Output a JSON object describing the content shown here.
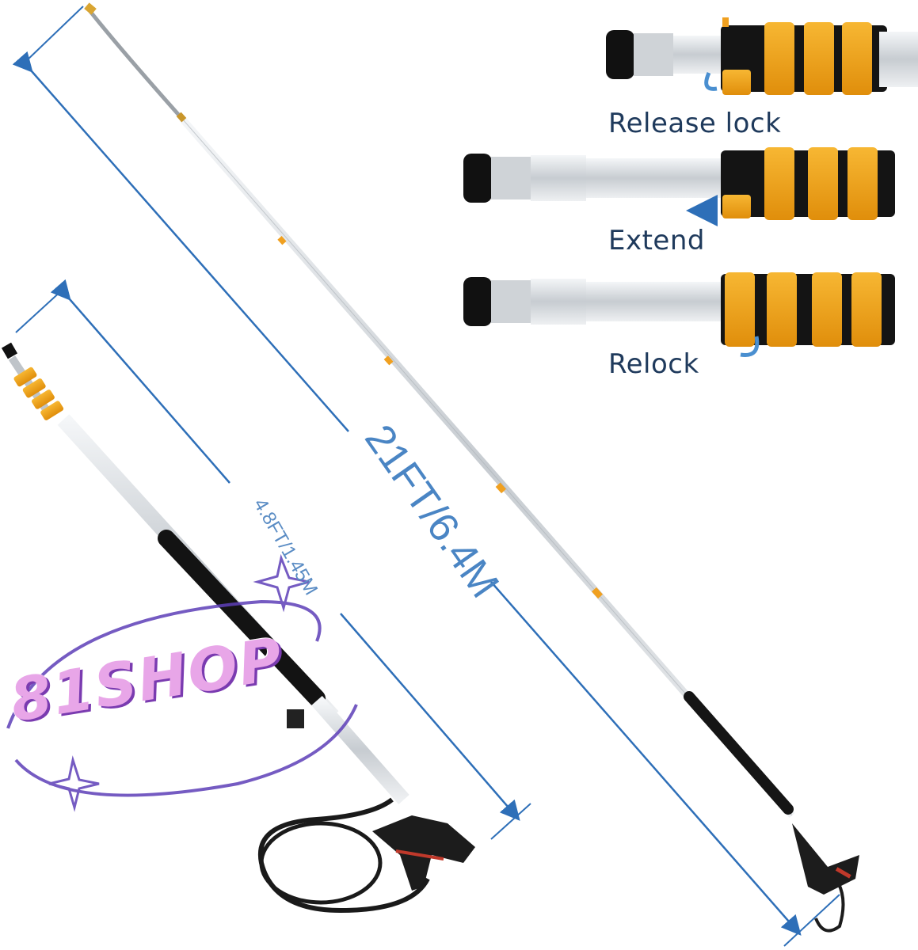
{
  "steps": {
    "release_lock": "Release lock",
    "extend": "Extend",
    "relock": "Relock"
  },
  "dimensions": {
    "extended_length": "21FT/6.4M",
    "collapsed_length": "4.8FT/1.45M"
  },
  "watermark": "81SHOP",
  "colors": {
    "arrow_blue": "#2e6fb8",
    "clamp_orange": "#f0a020",
    "grip_black": "#151515",
    "pole_silver": "#d9dde1"
  }
}
